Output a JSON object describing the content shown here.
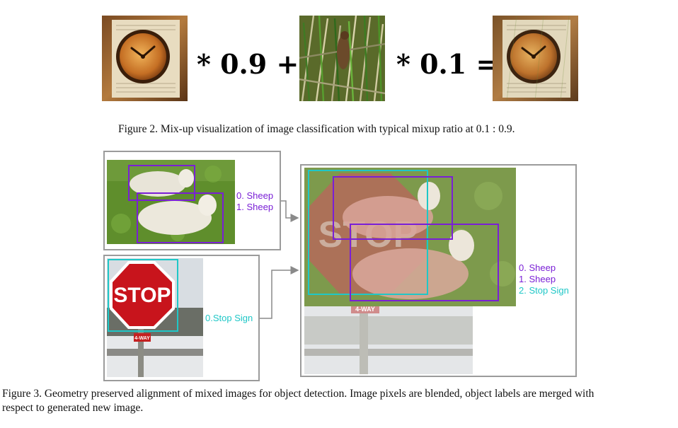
{
  "figure2": {
    "factor_a": "* 0.9 +",
    "factor_b": "* 0.1 =",
    "caption": "Figure 2. Mix-up visualization of image classification with typical mixup ratio at 0.1 : 0.9."
  },
  "figure3": {
    "sheep_labels": [
      "0. Sheep",
      "1. Sheep"
    ],
    "stop_label": "0.Stop Sign",
    "mixed_labels": [
      "0. Sheep",
      "1. Sheep",
      "2. Stop Sign"
    ],
    "stop_sign_text": "STOP",
    "four_way_text": "4-WAY",
    "caption_line1": "Figure 3. Geometry preserved alignment of mixed images for object detection. Image pixels are blended, object labels are merged with",
    "caption_line2": "respect to generated new image."
  },
  "colors": {
    "sheep_box": "#7a1fd6",
    "stop_box": "#1fc7c7",
    "arrow": "#8a8a8a",
    "panel_border": "#9b9b9b"
  }
}
